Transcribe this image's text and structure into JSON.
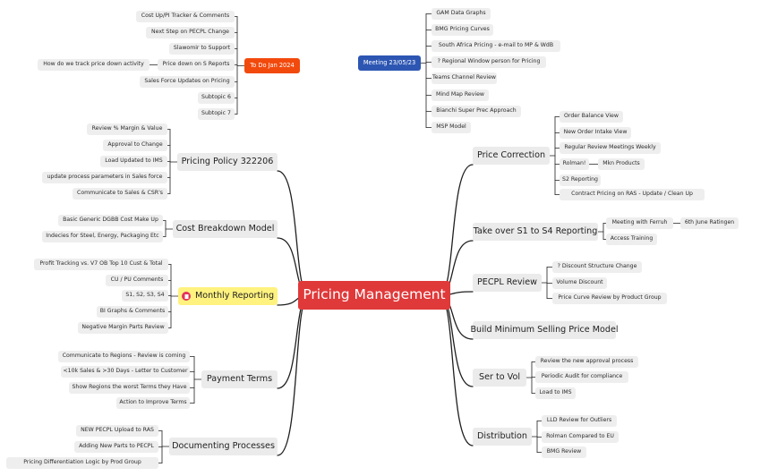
{
  "root": {
    "label": "Pricing Management"
  },
  "left": {
    "todo": {
      "label": "To Do Jan 2024",
      "items": [
        "Cost Up/PI Tracker & Comments",
        "Next Step on PECPL Change",
        "Slawomir to Support",
        "Price down on S Reports",
        "Sales Force Updates on Pricing",
        "Subtopic 6",
        "Subtopic 7"
      ],
      "extra": "How do we track price down activity"
    },
    "pricing_policy": {
      "label": "Pricing Policy 322206",
      "items": [
        "Review % Margin & Value",
        "Approval to Change",
        "Load Updated to IMS",
        "update process parameters in Sales force",
        "Communicate to Sales & CSR's"
      ]
    },
    "cost_breakdown": {
      "label": "Cost Breakdown Model",
      "items": [
        "Basic Generic DGBB Cost Make Up",
        "Indecies for Steel, Energy, Packaging Etc"
      ]
    },
    "monthly_reporting": {
      "label": "Monthly Reporting",
      "items": [
        "Profit Tracking vs. V7 OB Top 10 Cust & Total",
        "CU / PU Comments",
        "S1, S2, S3, S4",
        "BI Graphs & Comments",
        "Negative Margin Parts Review"
      ]
    },
    "payment_terms": {
      "label": "Payment Terms",
      "items": [
        "Communicate to Regions - Review is coming",
        "<10k Sales & >30 Days - Letter to Customer",
        "Show Regions the worst Terms they Have",
        "Action to Improve Terms"
      ]
    },
    "documenting": {
      "label": "Documenting Processes",
      "items": [
        "NEW PECPL Upload to RAS",
        "Adding New Parts to PECPL",
        "Pricing Differentiation Logic by Prod Group"
      ]
    }
  },
  "right": {
    "meeting": {
      "label": "Meeting 23/05/23",
      "items": [
        "GAM Data Graphs",
        "BMG Pricing Curves",
        "South Africa Pricing - e-mail to MP & WdB",
        "? Regional Window person for Pricing",
        "Teams Channel Review",
        "Mind Map Review",
        "Bianchi Super Prec Approach",
        "MSP Model"
      ]
    },
    "price_correction": {
      "label": "Price Correction",
      "items": [
        "Order Balance View",
        "New Order Intake View",
        "Regular Review Meetings Weekly",
        "Rolman!",
        "S2 Reporting",
        "Contract Pricing on RAS - Update / Clean Up"
      ],
      "extra": "Mkn Products"
    },
    "take_over": {
      "label": "Take over S1 to S4 Reporting",
      "items": [
        "Meeting with Ferruh",
        "Access Training"
      ],
      "extra": "6th June Ratingen"
    },
    "pecpl_review": {
      "label": "PECPL Review",
      "items": [
        "? Discount Structure Change",
        "Volume Discount",
        "Price Curve Review by Product Group"
      ]
    },
    "min_price": {
      "label": "Build Minimum Selling Price Model"
    },
    "ser_to_vol": {
      "label": "Ser to Vol",
      "items": [
        "Review the new approval process",
        "Periodic Audit for compliance",
        "Load to IMS"
      ]
    },
    "distribution": {
      "label": "Distribution",
      "items": [
        "LLD Review for Outliers",
        "Rolman Compared to EU",
        "BMG Review"
      ]
    }
  },
  "colors": {
    "root": "#e0393a",
    "todo_tag": "#f24a0d",
    "meeting_tag": "#2d56b3",
    "highlight": "#fff27f",
    "flag": "#e4335c"
  }
}
